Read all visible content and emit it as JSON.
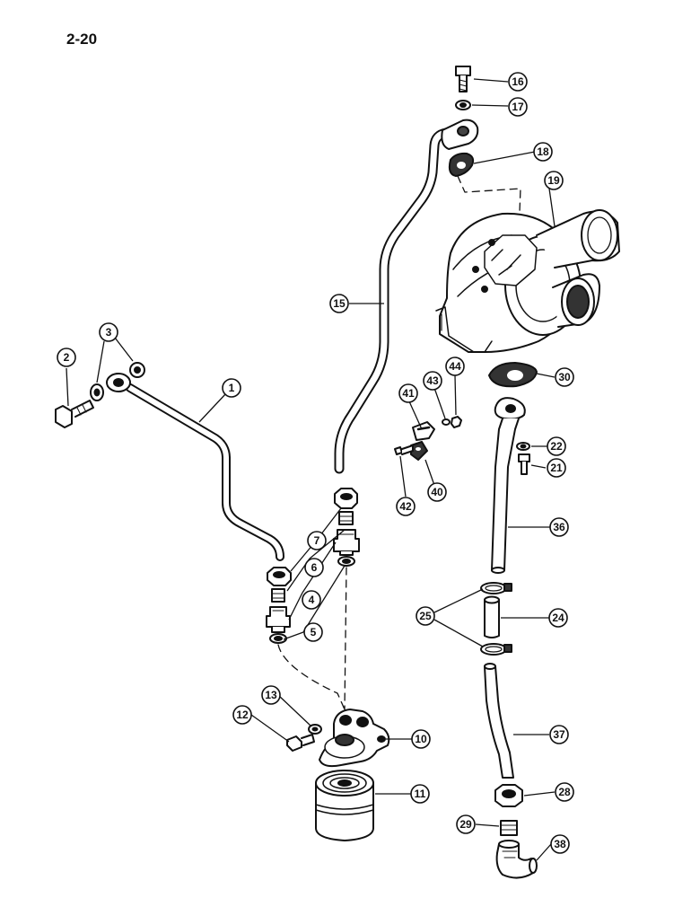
{
  "page_number": "2-20",
  "callouts": [
    "1",
    "2",
    "3",
    "4",
    "5",
    "6",
    "7",
    "10",
    "11",
    "12",
    "13",
    "15",
    "16",
    "17",
    "18",
    "19",
    "21",
    "22",
    "24",
    "25",
    "28",
    "29",
    "30",
    "36",
    "37",
    "38",
    "40",
    "41",
    "42",
    "43",
    "44"
  ]
}
